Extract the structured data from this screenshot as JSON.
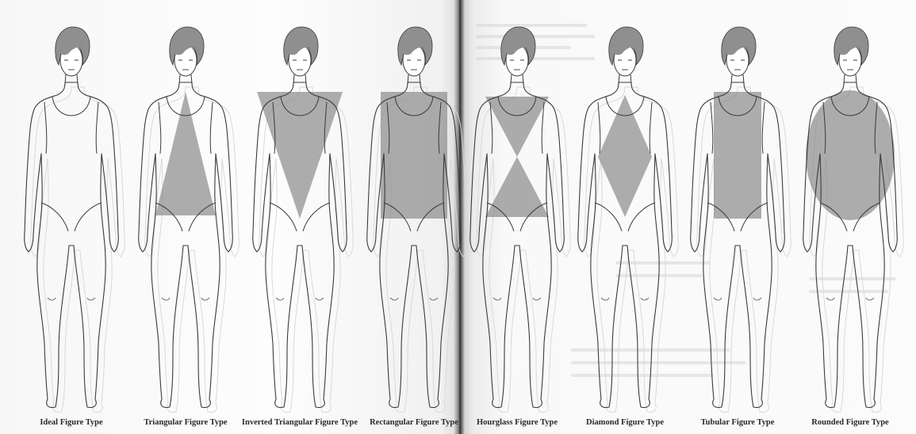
{
  "figures": [
    {
      "caption": "Ideal Figure Type",
      "shape": "none"
    },
    {
      "caption": "Triangular Figure Type",
      "shape": "triangle"
    },
    {
      "caption": "Inverted Triangular Figure Type",
      "shape": "inverted-triangle"
    },
    {
      "caption": "Rectangular Figure Type",
      "shape": "rectangle"
    },
    {
      "caption": "Hourglass Figure Type",
      "shape": "hourglass"
    },
    {
      "caption": "Diamond Figure Type",
      "shape": "diamond"
    },
    {
      "caption": "Tubular Figure Type",
      "shape": "tube"
    },
    {
      "caption": "Rounded Figure Type",
      "shape": "oval"
    }
  ],
  "colors": {
    "outline": "#3a3a3a",
    "hair": "#8f8f8f",
    "overlay": "#8a8a8a"
  }
}
